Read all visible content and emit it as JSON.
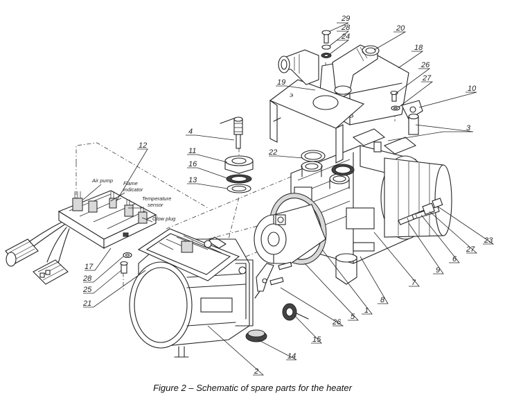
{
  "caption": "Figure 2 – Schematic of spare parts for the heater",
  "part_numbers": [
    "29",
    "28",
    "24",
    "20",
    "18",
    "26",
    "27",
    "10",
    "19",
    "3",
    "4",
    "12",
    "11",
    "22",
    "16",
    "13",
    "17",
    "28",
    "25",
    "21",
    "2",
    "14",
    "15",
    "26",
    "5",
    "1",
    "8",
    "7",
    "9",
    "6",
    "27",
    "23"
  ],
  "sublabels": {
    "air_pump": "Air pump",
    "flame_indicator_1": "Flame",
    "flame_indicator_2": "indicator",
    "temperature_sensor_1": "Temperature",
    "temperature_sensor_2": "sensor",
    "glow_plug": "Glow plug"
  }
}
